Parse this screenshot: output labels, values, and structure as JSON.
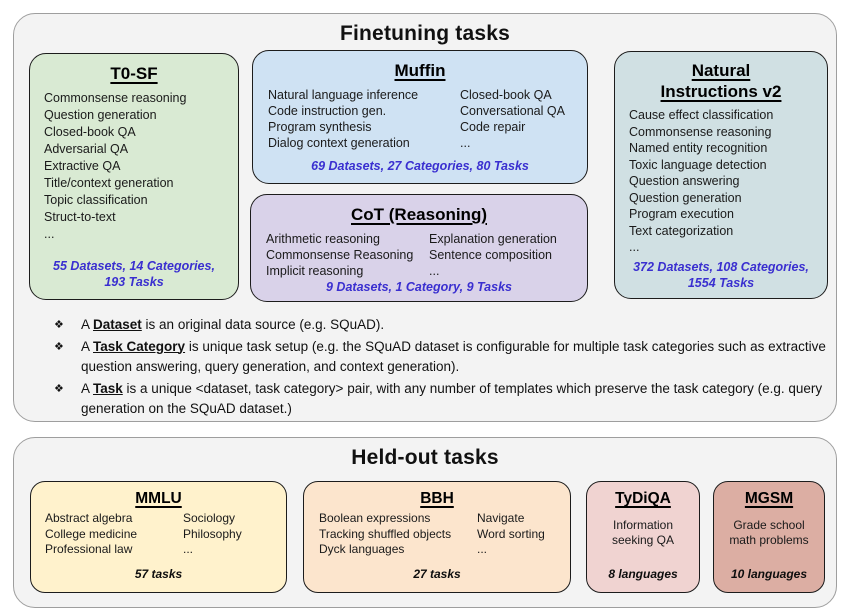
{
  "finetuning": {
    "title": "Finetuning tasks",
    "t0sf": {
      "title": "T0-SF",
      "items": [
        "Commonsense reasoning",
        "Question generation",
        "Closed-book QA",
        "Adversarial QA",
        "Extractive QA",
        "Title/context generation",
        "Topic classification",
        "Struct-to-text",
        "..."
      ],
      "stats": "55 Datasets, 14 Categories, 193 Tasks"
    },
    "muffin": {
      "title": "Muffin",
      "col1": [
        "Natural language inference",
        "Code instruction gen.",
        "Program synthesis",
        "Dialog context generation"
      ],
      "col2": [
        "Closed-book QA",
        "Conversational QA",
        "Code repair",
        "..."
      ],
      "stats": "69 Datasets, 27 Categories, 80 Tasks"
    },
    "cot": {
      "title": "CoT (Reasoning)",
      "col1": [
        "Arithmetic reasoning",
        "Commonsense Reasoning",
        "Implicit reasoning"
      ],
      "col2": [
        "Explanation generation",
        "Sentence composition",
        "..."
      ],
      "stats": "9 Datasets, 1 Category, 9 Tasks"
    },
    "niv2": {
      "title": "Natural Instructions v2",
      "items": [
        "Cause effect classification",
        "Commonsense reasoning",
        "Named entity recognition",
        "Toxic language detection",
        "Question answering",
        "Question generation",
        "Program execution",
        "Text categorization",
        "..."
      ],
      "stats": "372 Datasets, 108 Categories, 1554 Tasks"
    },
    "notes_bullet": "❖",
    "notes": [
      {
        "pre": "A ",
        "term": "Dataset",
        "post": " is an original data source (e.g. SQuAD)."
      },
      {
        "pre": "A ",
        "term": "Task Category",
        "post": " is unique task setup (e.g. the SQuAD dataset is configurable for multiple task categories such as extractive question answering, query generation, and context generation)."
      },
      {
        "pre": "A ",
        "term": "Task",
        "post": " is a unique <dataset, task category> pair, with any number of templates which preserve the task category (e.g. query generation on the SQuAD dataset.)"
      }
    ]
  },
  "heldout": {
    "title": "Held-out tasks",
    "mmlu": {
      "title": "MMLU",
      "col1": [
        "Abstract algebra",
        "College medicine",
        "Professional law"
      ],
      "col2": [
        "Sociology",
        "Philosophy",
        "..."
      ],
      "stats": "57 tasks"
    },
    "bbh": {
      "title": "BBH",
      "col1": [
        "Boolean expressions",
        "Tracking shuffled objects",
        "Dyck languages"
      ],
      "col2": [
        "Navigate",
        "Word sorting",
        "..."
      ],
      "stats": "27 tasks"
    },
    "tydiqa": {
      "title": "TyDiQA",
      "body": "Information seeking QA",
      "stats": "8 languages"
    },
    "mgsm": {
      "title": "MGSM",
      "body": "Grade school math problems",
      "stats": "10 languages"
    }
  },
  "colors": {
    "t0sf_bg": "#d9ead3",
    "muffin_bg": "#cfe2f3",
    "cot_bg": "#d9d2e9",
    "niv2_bg": "#d0e0e3",
    "mmlu_bg": "#fff2cc",
    "bbh_bg": "#fce5cd",
    "tydiqa_bg": "#f0d3d1",
    "mgsm_bg": "#dcaea3",
    "stats_blue": "#3a2fd0",
    "container_bg": "#f3f3f3"
  }
}
